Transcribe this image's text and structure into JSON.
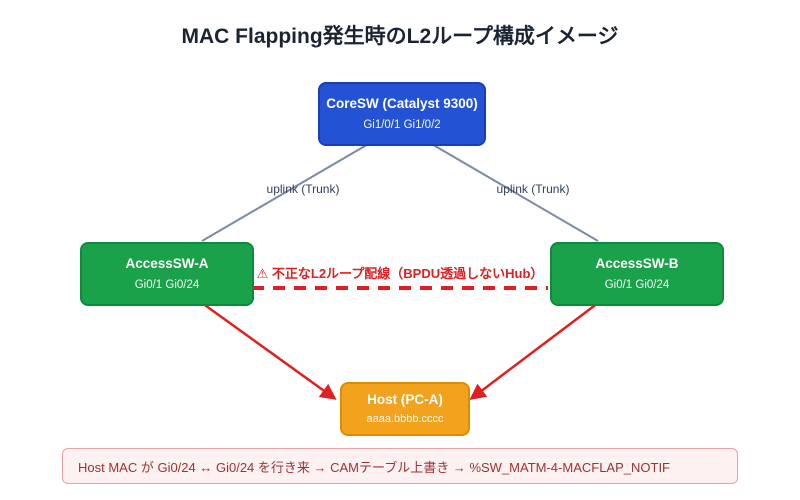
{
  "title": "MAC Flapping発生時のL2ループ構成イメージ",
  "nodes": {
    "core": {
      "label": "CoreSW (Catalyst 9300)",
      "sub": "Gi1/0/1 Gi1/0/2"
    },
    "access_a": {
      "label": "AccessSW-A",
      "sub": "Gi0/1 Gi0/24"
    },
    "access_b": {
      "label": "AccessSW-B",
      "sub": "Gi0/1 Gi0/24"
    },
    "host": {
      "label": "Host (PC-A)",
      "sub": "aaaa.bbbb.cccc"
    }
  },
  "edges": {
    "uplink_left": {
      "label": "uplink (Trunk)"
    },
    "uplink_right": {
      "label": "uplink (Trunk)"
    },
    "loop": {
      "label": "⚠ 不正なL2ループ配線（BPDU透過しないHub）"
    }
  },
  "note": {
    "text": "Host MAC が Gi0/24 ↔ Gi0/24 を行き来 → CAMテーブル上書き → %SW_MATM-4-MACFLAP_NOTIF"
  },
  "colors": {
    "title_text": "#1b2433",
    "core_fill": "#2353d4",
    "core_border": "#1a3fae",
    "access_fill": "#19a24a",
    "access_border": "#0f8a3d",
    "host_fill": "#f2a21d",
    "host_border": "#db8e00",
    "uplink_line": "#7b8aa5",
    "uplink_label_text": "#33415c",
    "alert_red": "#e02020",
    "note_bg": "#fdf1f1",
    "note_border": "#e8a0a0",
    "note_text": "#9c3333"
  }
}
